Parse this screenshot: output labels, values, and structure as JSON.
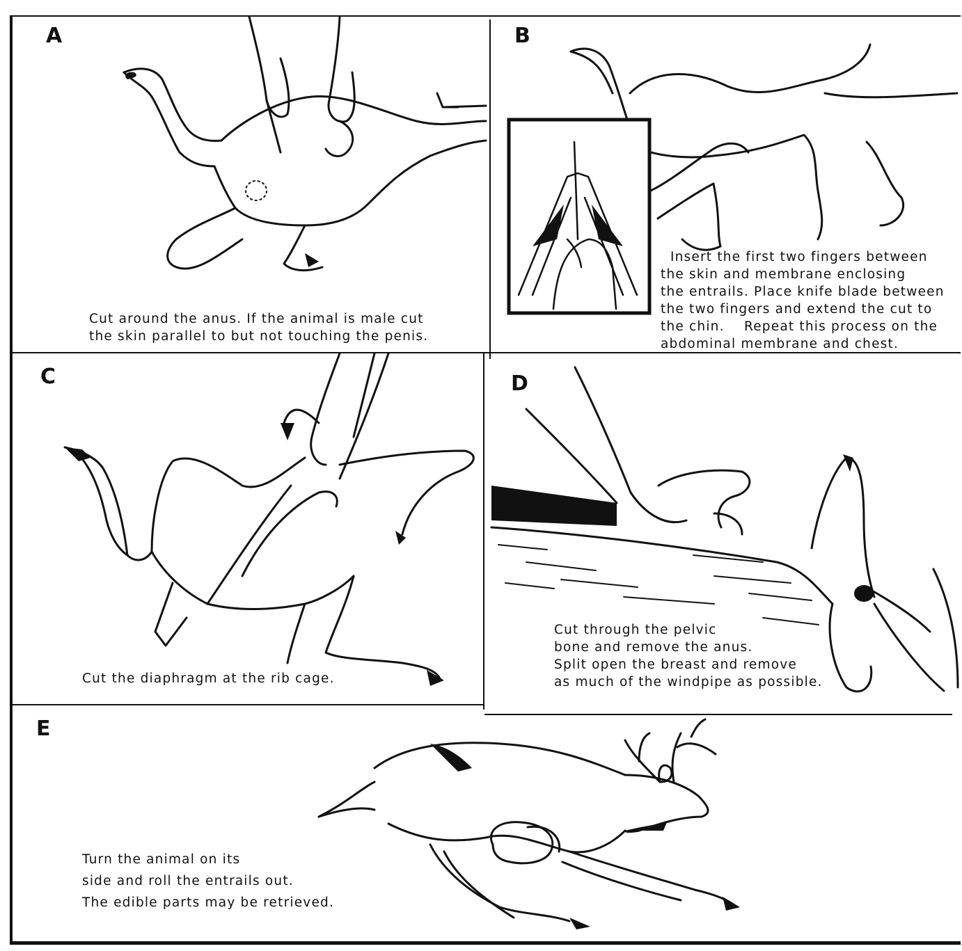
{
  "panels": {
    "a": {
      "letter": "A",
      "caption": [
        "Cut around the anus. If the animal is male cut",
        "the skin parallel to but not touching the penis."
      ]
    },
    "b": {
      "letter": "B",
      "caption": [
        "Insert the first two fingers between",
        "the skin and membrane enclosing",
        "the entrails. Place knife blade between",
        "the two fingers and extend the cut to",
        "the chin.    Repeat this process on the",
        "abdominal membrane and chest."
      ]
    },
    "c": {
      "letter": "C",
      "caption": [
        "Cut the diaphragm at the rib cage."
      ]
    },
    "d": {
      "letter": "D",
      "caption": [
        "Cut through the pelvic",
        "bone and remove the anus.",
        "Split open the breast and remove",
        "as much of the windpipe as possible."
      ]
    },
    "e": {
      "letter": "E",
      "caption": [
        "Turn the animal on its",
        "side and roll the entrails out.",
        "The edible parts may be retrieved."
      ]
    }
  },
  "colors": {
    "ink": "#111111",
    "paper": "#ffffff"
  }
}
